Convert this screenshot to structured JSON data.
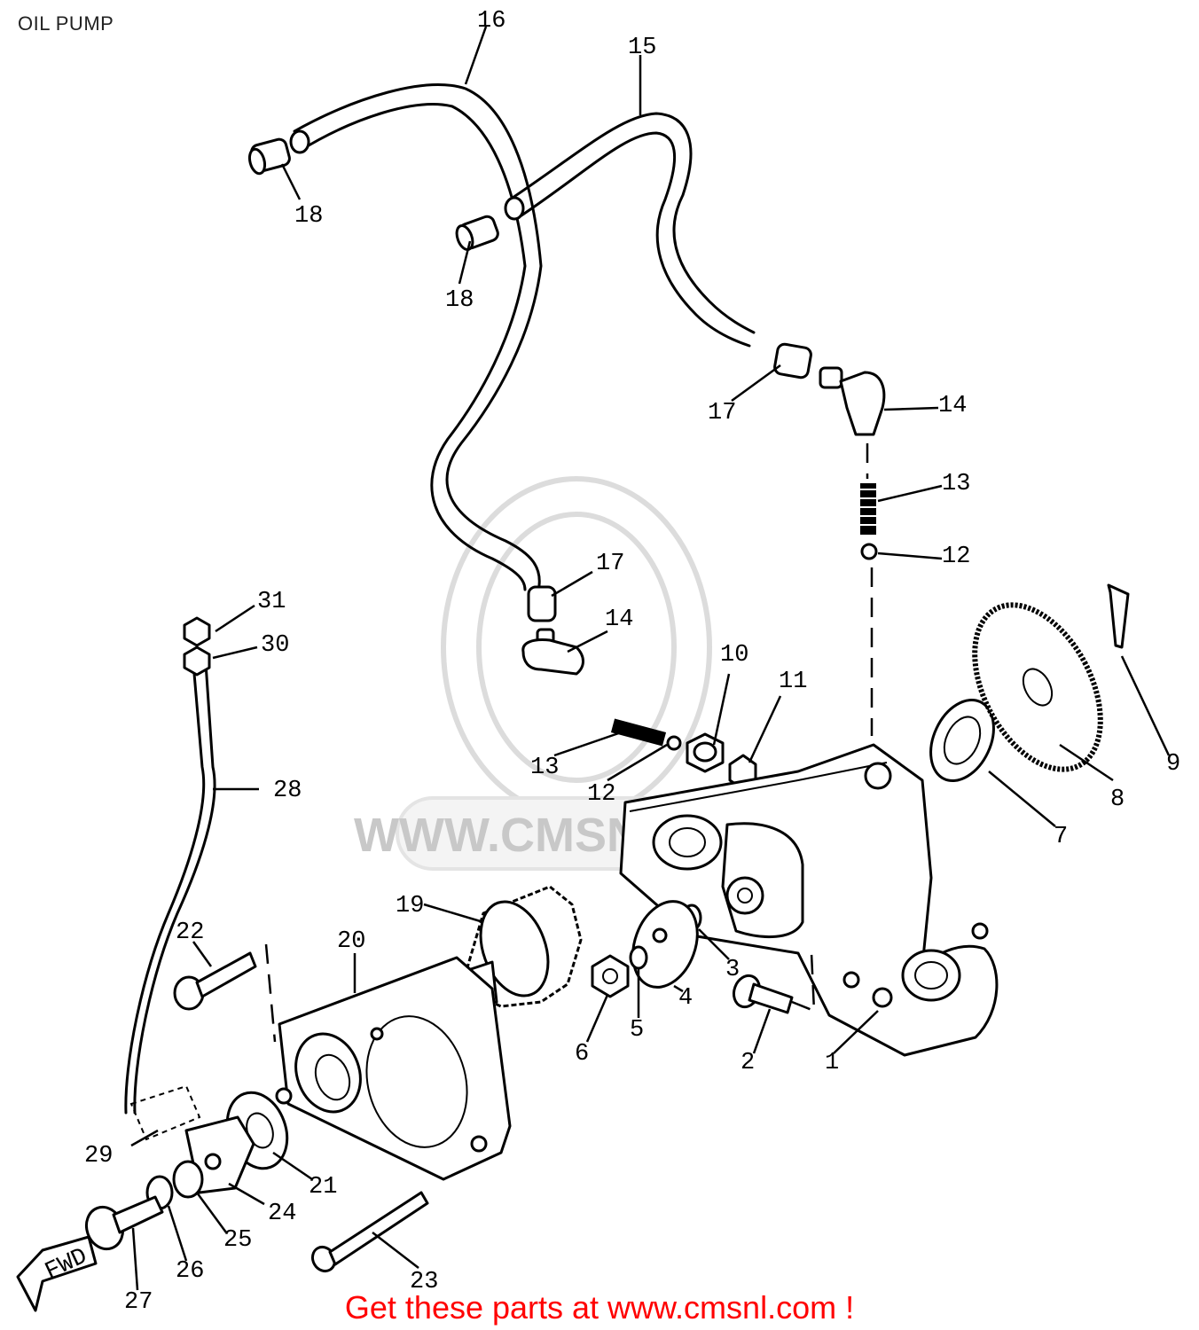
{
  "title": "OIL PUMP",
  "watermark": "WWW.CMSNL.COM",
  "footer": "Get these parts at www.cmsnl.com !",
  "direction_marker": "FWD",
  "labels": [
    {
      "id": "16",
      "text": "16"
    },
    {
      "id": "15",
      "text": "15"
    },
    {
      "id": "18a",
      "text": "18"
    },
    {
      "id": "18b",
      "text": "18"
    },
    {
      "id": "17a",
      "text": "17"
    },
    {
      "id": "14a",
      "text": "14"
    },
    {
      "id": "13a",
      "text": "13"
    },
    {
      "id": "12a",
      "text": "12"
    },
    {
      "id": "17b",
      "text": "17"
    },
    {
      "id": "14b",
      "text": "14"
    },
    {
      "id": "31",
      "text": "31"
    },
    {
      "id": "30",
      "text": "30"
    },
    {
      "id": "10",
      "text": "10"
    },
    {
      "id": "11",
      "text": "11"
    },
    {
      "id": "9",
      "text": "9"
    },
    {
      "id": "13b",
      "text": "13"
    },
    {
      "id": "12b",
      "text": "12"
    },
    {
      "id": "28",
      "text": "28"
    },
    {
      "id": "8",
      "text": "8"
    },
    {
      "id": "7",
      "text": "7"
    },
    {
      "id": "19",
      "text": "19"
    },
    {
      "id": "22",
      "text": "22"
    },
    {
      "id": "20",
      "text": "20"
    },
    {
      "id": "3",
      "text": "3"
    },
    {
      "id": "4",
      "text": "4"
    },
    {
      "id": "5",
      "text": "5"
    },
    {
      "id": "6",
      "text": "6"
    },
    {
      "id": "2",
      "text": "2"
    },
    {
      "id": "1",
      "text": "1"
    },
    {
      "id": "29",
      "text": "29"
    },
    {
      "id": "21",
      "text": "21"
    },
    {
      "id": "24",
      "text": "24"
    },
    {
      "id": "25",
      "text": "25"
    },
    {
      "id": "26",
      "text": "26"
    },
    {
      "id": "27",
      "text": "27"
    },
    {
      "id": "23",
      "text": "23"
    }
  ]
}
